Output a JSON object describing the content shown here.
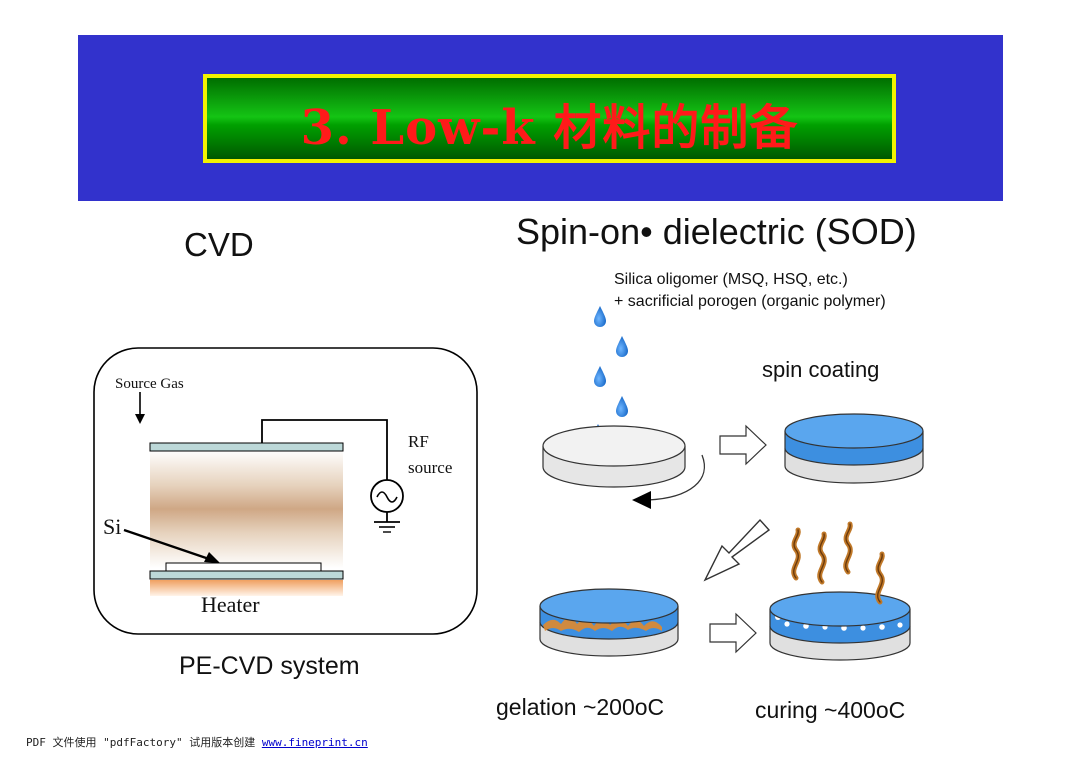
{
  "title": "3. Low-k 材料的制备",
  "cvd": {
    "heading": "CVD",
    "source_gas": "Source Gas",
    "rf": "RF",
    "source": "source",
    "si": "Si",
    "heater": "Heater",
    "caption": "PE-CVD system"
  },
  "sod": {
    "heading": "Spin-on• dielectric (SOD)",
    "materials_line1": "Silica oligomer (MSQ, HSQ, etc.)",
    "materials_line2": "+ sacrificial porogen (organic polymer)",
    "spin_coating": "spin coating",
    "gelation": "gelation  ~200oC",
    "curing": "curing ~400oC"
  },
  "footer": {
    "text": "PDF 文件使用 \"pdfFactory\" 试用版本创建 ",
    "link": "www.fineprint.cn"
  },
  "colors": {
    "header_band": "#3232cc",
    "title_border": "#f2f200",
    "title_text": "#ff1a1a",
    "film_blue": "#4d9be6",
    "porogen_orange": "#e08a2e"
  }
}
